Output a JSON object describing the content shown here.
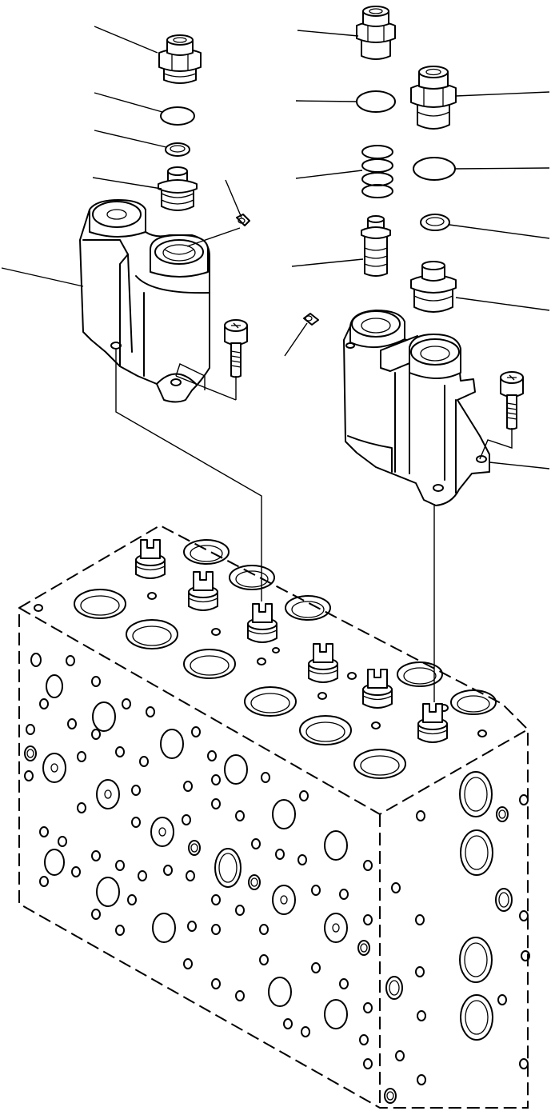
{
  "diagram": {
    "kind": "exploded-parts-view",
    "subject": "hydraulic-control-valve-block",
    "callout_labels_visible": false,
    "parts": [
      {
        "id": "left-plug"
      },
      {
        "id": "left-o-ring"
      },
      {
        "id": "left-seal"
      },
      {
        "id": "left-valve"
      },
      {
        "id": "left-set-screw"
      },
      {
        "id": "left-housing"
      },
      {
        "id": "left-bolt"
      },
      {
        "id": "right-top-plug"
      },
      {
        "id": "right-o-ring-1"
      },
      {
        "id": "right-plug-2"
      },
      {
        "id": "right-o-ring-2"
      },
      {
        "id": "right-spring"
      },
      {
        "id": "right-seal"
      },
      {
        "id": "right-spool"
      },
      {
        "id": "right-valve"
      },
      {
        "id": "right-set-screw"
      },
      {
        "id": "right-housing"
      },
      {
        "id": "right-bolt"
      },
      {
        "id": "valve-block"
      }
    ]
  }
}
